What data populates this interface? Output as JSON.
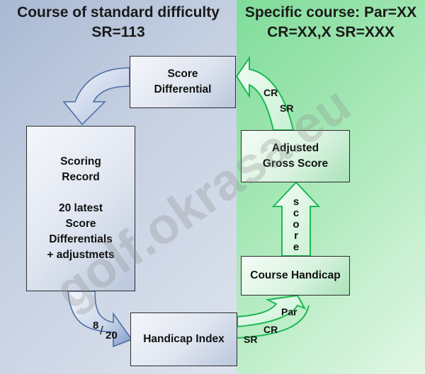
{
  "left_heading": "Course of standard difficulty\nSR=113",
  "right_heading": "Specific course: Par=XX\nCR=XX,X    SR=XXX",
  "boxes": {
    "score_differential": "Score\nDifferential",
    "scoring_record": "Scoring\nRecord\n\n20 latest\nScore\nDifferentials\n+ adjustmets",
    "handicap_index": "Handicap Index",
    "adjusted_gross_score": "Adjusted\nGross Score",
    "course_handicap": "Course Handicap"
  },
  "arrow_labels": {
    "cr_top": "CR",
    "sr_top": "SR",
    "fraction_num": "8",
    "fraction_sep": "/",
    "fraction_den": "20",
    "par": "Par",
    "cr_bottom": "CR",
    "sr_bottom": "SR",
    "score_letters": [
      "s",
      "c",
      "o",
      "r",
      "e"
    ]
  },
  "watermark": "golf.okrasa.eu",
  "colors": {
    "left_bg": "#b8c6dc",
    "right_bg": "#a9e8b8",
    "green_arrow": "#1db954",
    "blue_arrow": "#3d5f94"
  }
}
